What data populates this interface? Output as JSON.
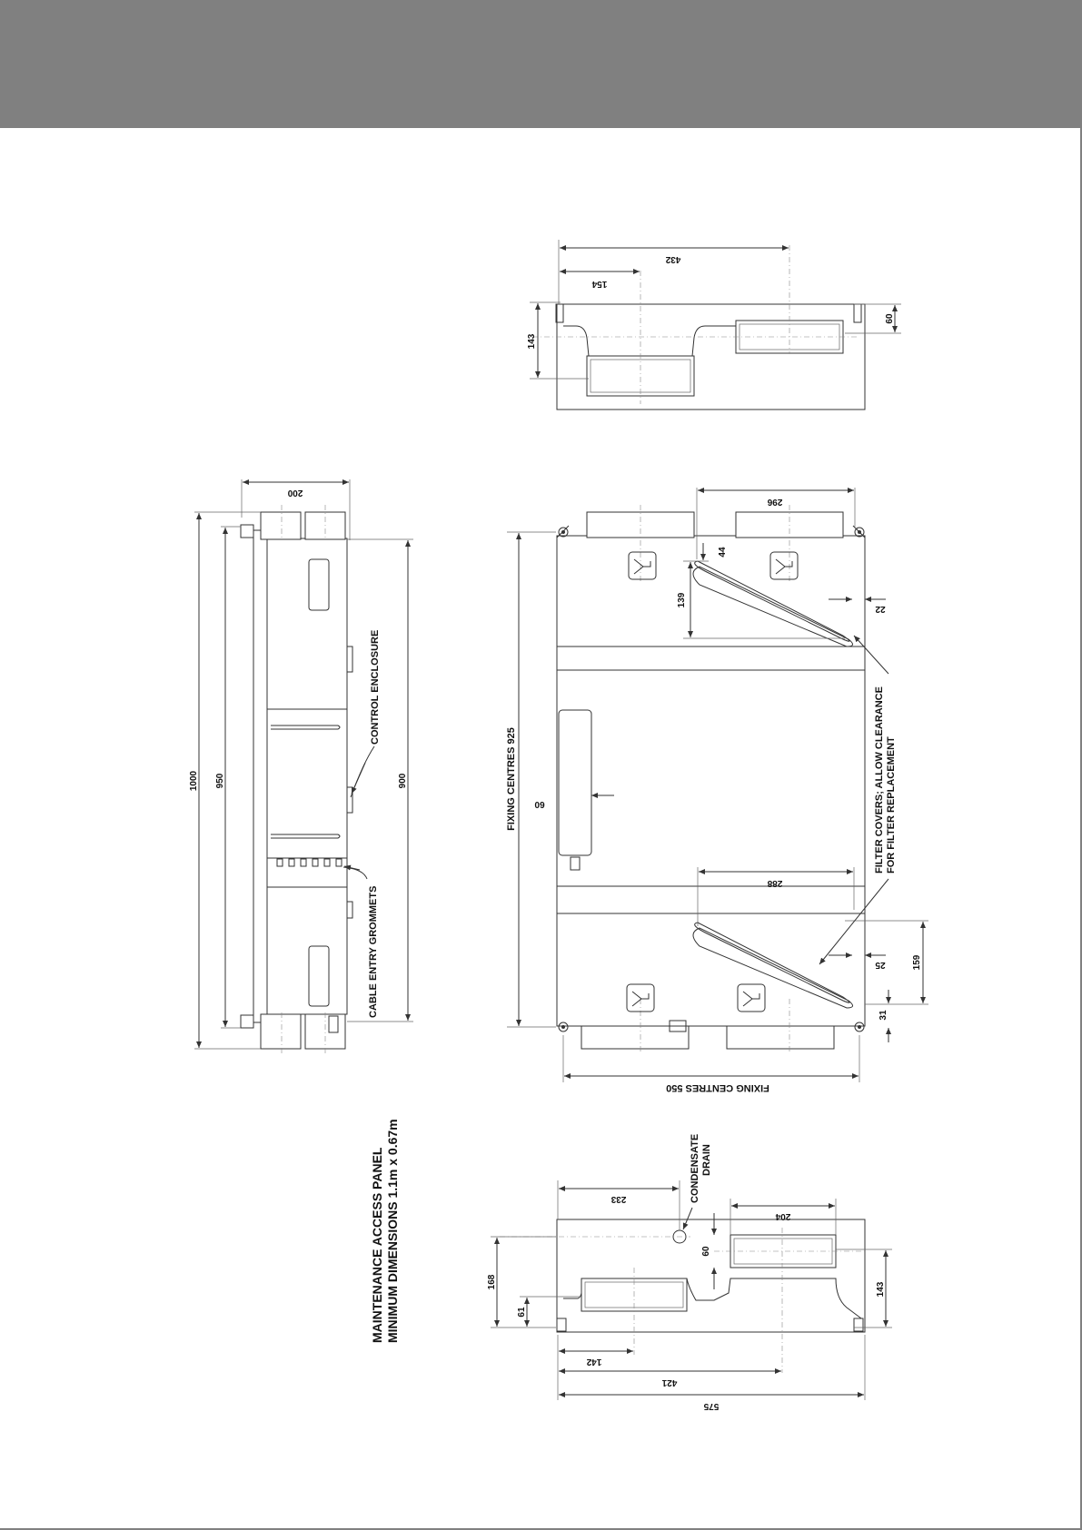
{
  "labels": {
    "maintenance_panel_line1": "MAINTENANCE ACCESS PANEL",
    "maintenance_panel_line2": "MINIMUM DIMENSIONS 1.1m x 0.67m",
    "control_enclosure": "CONTROL ENCLOSURE",
    "cable_entry_grommets": "CABLE ENTRY GROMMETS",
    "fixing_centres_vertical": "FIXING CENTRES 925",
    "fixing_centres_horizontal": "FIXING CENTRES 550",
    "filter_covers_line1": "FILTER COVERS; ALLOW CLEARANCE",
    "filter_covers_line2": "FOR FILTER REPLACEMENT",
    "condensate_line1": "CONDENSATE",
    "condensate_line2": "DRAIN"
  },
  "dimensions": {
    "top_432": "432",
    "top_154": "154",
    "top_143": "143",
    "top_60": "60",
    "side_200": "200",
    "side_1000": "1000",
    "side_950": "950",
    "side_900": "900",
    "front_296": "296",
    "front_44": "44",
    "front_139": "139",
    "front_22": "22",
    "front_60": "60",
    "front_288": "288",
    "front_25": "25",
    "front_159": "159",
    "front_31": "31",
    "bottom_233": "233",
    "bottom_204": "204",
    "bottom_60": "60",
    "bottom_168": "168",
    "bottom_61": "61",
    "bottom_142": "142",
    "bottom_421": "421",
    "bottom_575": "575",
    "bottom_143": "143"
  }
}
